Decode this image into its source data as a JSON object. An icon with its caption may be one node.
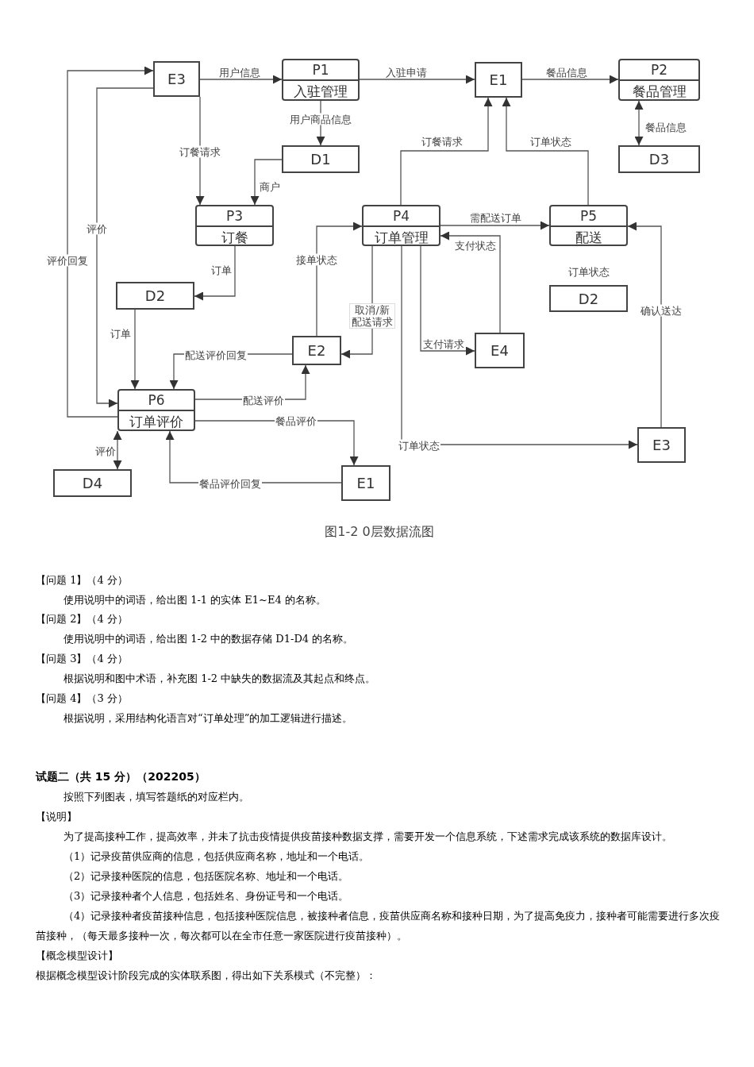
{
  "diagram": {
    "caption": "图1-2  0层数据流图",
    "nodes": [
      {
        "text": [
          "E3"
        ]
      },
      {
        "text": [
          "P1",
          "入驻管理"
        ]
      },
      {
        "text": [
          "E1"
        ]
      },
      {
        "text": [
          "P2",
          "餐品管理"
        ]
      },
      {
        "text": [
          "D1"
        ]
      },
      {
        "text": [
          "D3"
        ]
      },
      {
        "text": [
          "P3",
          "订餐"
        ]
      },
      {
        "text": [
          "P4",
          "订单管理"
        ]
      },
      {
        "text": [
          "P5",
          "配送"
        ]
      },
      {
        "text": [
          "D2"
        ]
      },
      {
        "text": [
          "D2"
        ],
        "beside": [
          "订单状态"
        ]
      },
      {
        "text": [
          "E2"
        ]
      },
      {
        "text": [
          "E4"
        ]
      },
      {
        "text": [
          "P6",
          "订单评价"
        ]
      },
      {
        "text": [
          "D4"
        ]
      },
      {
        "text": [
          "E1"
        ]
      },
      {
        "text": [
          "E3"
        ]
      }
    ],
    "edges": [
      {
        "from": 0,
        "to": 1,
        "arrow": "to",
        "label": "用户信息"
      },
      {
        "from": 1,
        "to": 2,
        "arrow": "to",
        "label": "入驻申请"
      },
      {
        "from": 2,
        "to": 3,
        "arrow": "to",
        "label": "餐品信息"
      },
      {
        "from": 3,
        "to": 5,
        "arrow": "both",
        "label": "餐品信息"
      },
      {
        "from": 1,
        "to": 4,
        "arrow": "to",
        "label": "用户商品信息"
      },
      {
        "from": 0,
        "to": 6,
        "arrow": "to",
        "label": "订餐请求"
      },
      {
        "from": 4,
        "to": 6,
        "arrow": "to",
        "label": "商户"
      },
      {
        "from": 6,
        "to": 9,
        "arrow": "to",
        "label": "订单"
      },
      {
        "from": 9,
        "to": 13,
        "arrow": "to",
        "label": "订单"
      },
      {
        "from": 0,
        "to": 13,
        "arrow": "to",
        "label": "评价"
      },
      {
        "from": 13,
        "to": 0,
        "arrow": "to",
        "label": "评价回复"
      },
      {
        "from": 7,
        "to": 2,
        "arrow": "to",
        "label": "订餐请求"
      },
      {
        "from": 8,
        "to": 2,
        "arrow": "to",
        "label": "订单状态"
      },
      {
        "from": 7,
        "to": 8,
        "arrow": "to",
        "label": "需配送订单"
      },
      {
        "from": 12,
        "to": 7,
        "arrow": "to",
        "label": "支付状态"
      },
      {
        "from": 11,
        "to": 7,
        "arrow": "to",
        "label": "接单状态"
      },
      {
        "from": 7,
        "to": 11,
        "arrow": "to",
        "label": "取消/新配送请求"
      },
      {
        "from": 7,
        "to": 12,
        "arrow": "to",
        "label": "支付请求"
      },
      {
        "from": 7,
        "to": 16,
        "arrow": "to",
        "label": "订单状态"
      },
      {
        "from": 16,
        "to": 8,
        "arrow": "to",
        "label": "确认送达"
      },
      {
        "from": 11,
        "to": 13,
        "arrow": "to",
        "label": "配送评价回复"
      },
      {
        "from": 13,
        "to": 11,
        "arrow": "to",
        "label": "配送评价"
      },
      {
        "from": 13,
        "to": 15,
        "arrow": "to",
        "label": "餐品评价"
      },
      {
        "from": 15,
        "to": 13,
        "arrow": "to",
        "label": "餐品评价回复"
      },
      {
        "from": 13,
        "to": 14,
        "arrow": "both",
        "label": "评价"
      }
    ],
    "labels": [
      "【问题 1】（4 分）",
      "使用说明中的词语，给出图 1-1 的实体 E1~E4 的名称。",
      "【问题 2】（4 分）",
      "使用说明中的词语，给出图 1-2 中的数据存储 D1-D4 的名称。",
      "【问题 3】（4 分）",
      "根据说明和图中术语，补充图 1-2 中缺失的数据流及其起点和终点。",
      "【问题 4】（3 分）",
      "根据说明，采用结构化语言对“订单处理”的加工逻辑进行描述。",
      "试题二（共 15 分）（202205）",
      "按照下列图表，填写答题纸的对应栏内。",
      "【说明】",
      "为了提高接种工作，提高效率，并未了抗击疫情提供疫苗接种数据支撑，需要开发一个信息系统，下述需求完成该系统的数据库设计。",
      "（1）记录疫苗供应商的信息，包括供应商名称，地址和一个电话。",
      "（2）记录接种医院的信息，包括医院名称、地址和一个电话。",
      "（3）记录接种者个人信息，包括姓名、身份证号和一个电话。",
      "（4）记录接种者疫苗接种信息，包括接种医院信息，被接种者信息，疫苗供应商名称和接种日期，为了提高免疫力，接种者可能需要进行多次疫苗接种，（每天最多接种一次，每次都可以在全市任意一家医院进行疫苗接种）。",
      "【概念模型设计】",
      "根据概念模型设计阶段完成的实体联系图，得出如下关系模式（不完整）："
    ]
  }
}
